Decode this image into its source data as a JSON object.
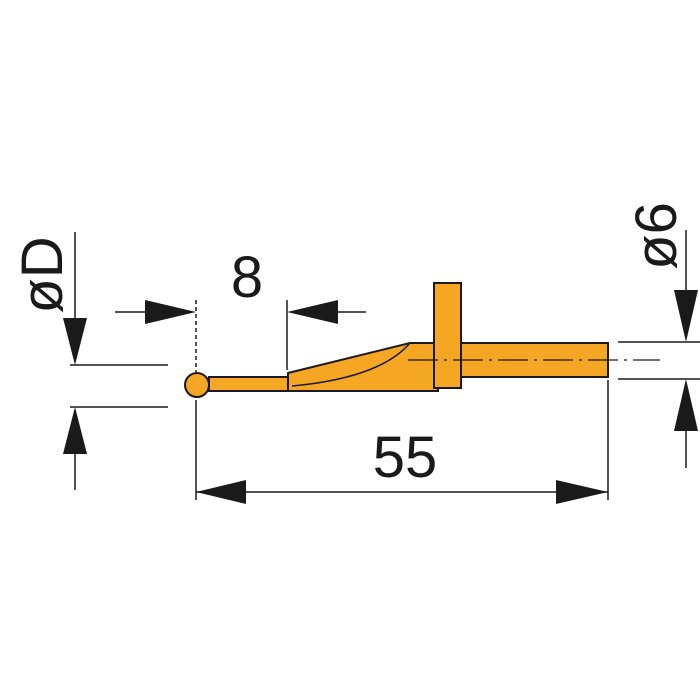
{
  "colors": {
    "part_fill": "#f5a623",
    "line": "#1a1a1a",
    "background": "#ffffff"
  },
  "dimensions": {
    "ball_diameter_label": "øD",
    "tip_length_label": "8",
    "total_length_label": "55",
    "shank_diameter_label": "ø6"
  }
}
